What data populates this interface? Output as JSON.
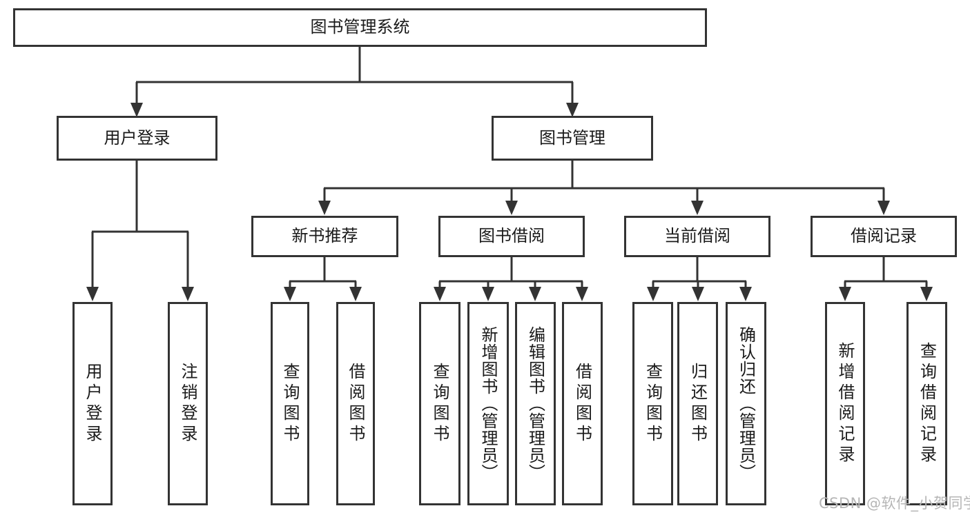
{
  "root": {
    "label": "图书管理系统"
  },
  "tree": {
    "login": {
      "label": "用户登录",
      "children": [
        {
          "label": "用户登录"
        },
        {
          "label": "注销登录"
        }
      ]
    },
    "management": {
      "label": "图书管理",
      "sections": [
        {
          "label": "新书推荐",
          "children": [
            {
              "label": "查询图书"
            },
            {
              "label": "借阅图书"
            }
          ]
        },
        {
          "label": "图书借阅",
          "children": [
            {
              "label": "查询图书"
            },
            {
              "label": "新增图书（管理员）"
            },
            {
              "label": "编辑图书（管理员）"
            },
            {
              "label": "借阅图书"
            }
          ]
        },
        {
          "label": "当前借阅",
          "children": [
            {
              "label": "查询图书"
            },
            {
              "label": "归还图书"
            },
            {
              "label": "确认归还（管理员）"
            }
          ]
        },
        {
          "label": "借阅记录",
          "children": [
            {
              "label": "新增借阅记录"
            },
            {
              "label": "查询借阅记录"
            }
          ]
        }
      ]
    }
  },
  "watermark": {
    "text": "CSDN @软件_小贺同学",
    "color": "#b6b6b6"
  },
  "colors": {
    "line": "#333333",
    "box_border": "#333333",
    "box_fill": "#ffffff",
    "text": "#1a1a1a",
    "background": "#ffffff"
  }
}
